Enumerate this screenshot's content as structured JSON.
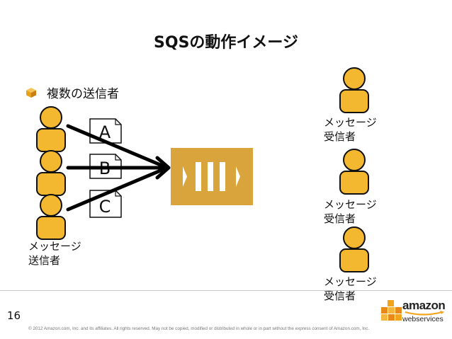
{
  "slide": {
    "title": "SQSの動作イメージ",
    "bullet": "複数の送信者",
    "page_number": "16",
    "copyright": "© 2012 Amazon.com, Inc. and its affiliates. All rights reserved. May not be copied, modified or distributed in whole or in part without the express consent of Amazon.com, Inc."
  },
  "diagram": {
    "messages": [
      "A",
      "B",
      "C"
    ],
    "sender_label": "メッセージ\n送信者",
    "receivers": [
      {
        "label": "メッセージ\n受信者"
      },
      {
        "label": "メッセージ\n受信者"
      },
      {
        "label": "メッセージ\n受信者"
      }
    ]
  },
  "logo": {
    "word": "amazon",
    "sub": "webservices"
  },
  "colors": {
    "person_fill": "#f3b830",
    "person_stroke": "#111111",
    "queue_fill": "#d9a43b",
    "accent": "#e8a21a"
  }
}
